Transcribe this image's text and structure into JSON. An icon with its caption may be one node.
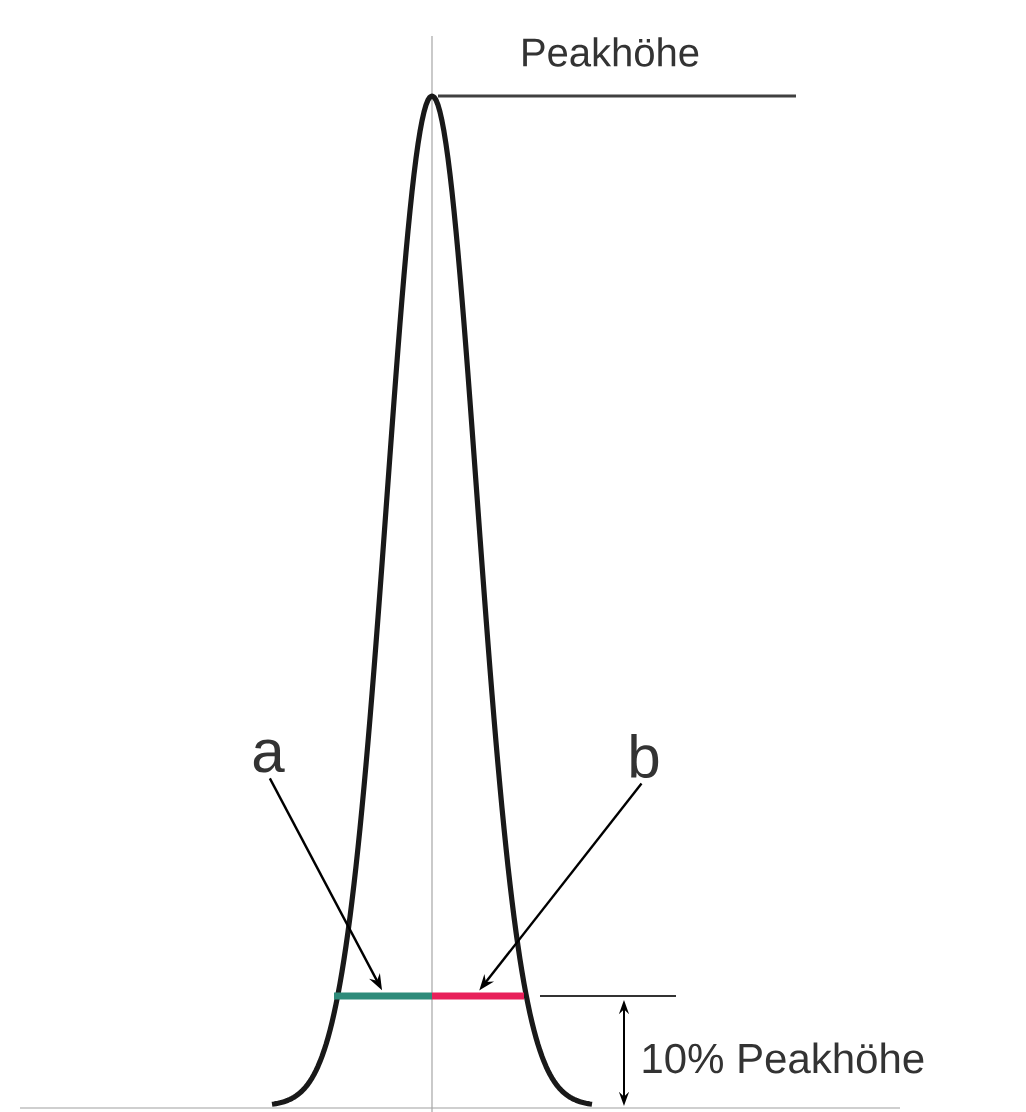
{
  "diagram": {
    "nodes": [
      {
        "text": [
          "a"
        ]
      },
      {
        "text": [
          "b"
        ]
      },
      {
        "text": [],
        "shape": "bar"
      },
      {
        "text": [],
        "shape": "bar"
      }
    ],
    "edges": [
      {
        "from": 0,
        "to": 2,
        "arrow": "to"
      },
      {
        "from": 1,
        "to": 3,
        "arrow": "to"
      }
    ],
    "labels": [
      "Peakhöhe",
      "10% Peakhöhe"
    ]
  }
}
